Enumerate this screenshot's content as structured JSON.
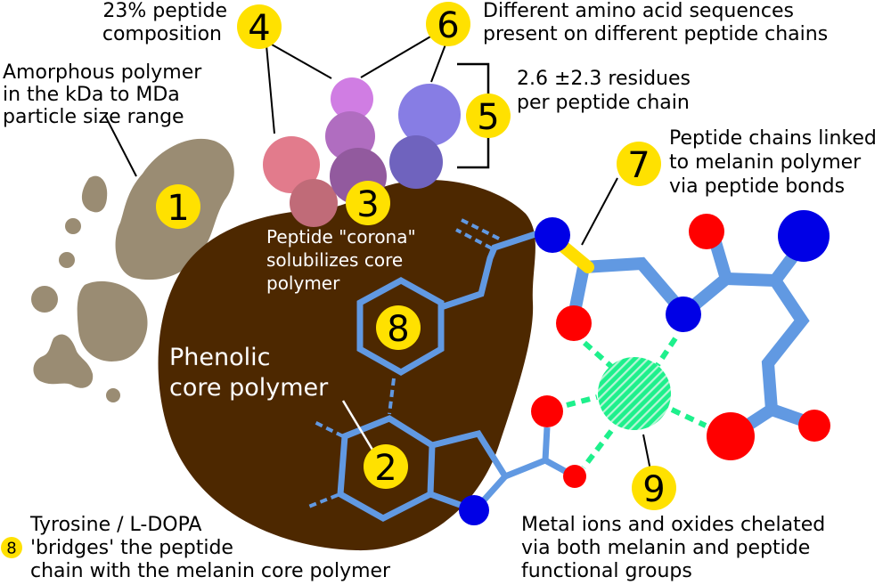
{
  "colors": {
    "badge": "#ffe100",
    "particle": "#9a8c73",
    "core": "#4d2800",
    "bond": "#6199e2",
    "oxygen": "#ff0000",
    "nitrogen": "#0000e6",
    "metal": "#1ef08c",
    "peptide_bond": "#ffde00"
  },
  "labels": {
    "amorphous": [
      "Amorphous polymer",
      "in the  kDa to MDa",
      "particle size range"
    ],
    "peptide_pct": [
      "23% peptide",
      "composition"
    ],
    "sequences": [
      "Different amino acid sequences",
      "present on different peptide chains"
    ],
    "residues": [
      "2.6 ±2.3 residues",
      "per peptide chain"
    ],
    "linked": [
      "Peptide chains linked",
      "to melanin polymer",
      "via peptide bonds"
    ],
    "corona": [
      "Peptide \"corona\"",
      "solubilizes core",
      "polymer"
    ],
    "core": [
      "Phenolic",
      "core polymer"
    ],
    "tyrosine": [
      "Tyrosine / L-DOPA",
      "'bridges' the peptide",
      "chain with the melanin core polymer"
    ],
    "metal": [
      "Metal ions and oxides chelated",
      "via both melanin and peptide",
      "functional groups"
    ]
  },
  "badges": {
    "b1": "1",
    "b2": "2",
    "b3": "3",
    "b4": "4",
    "b5": "5",
    "b6": "6",
    "b7": "7",
    "b8": "8",
    "b9": "9",
    "b8_small": "8"
  }
}
